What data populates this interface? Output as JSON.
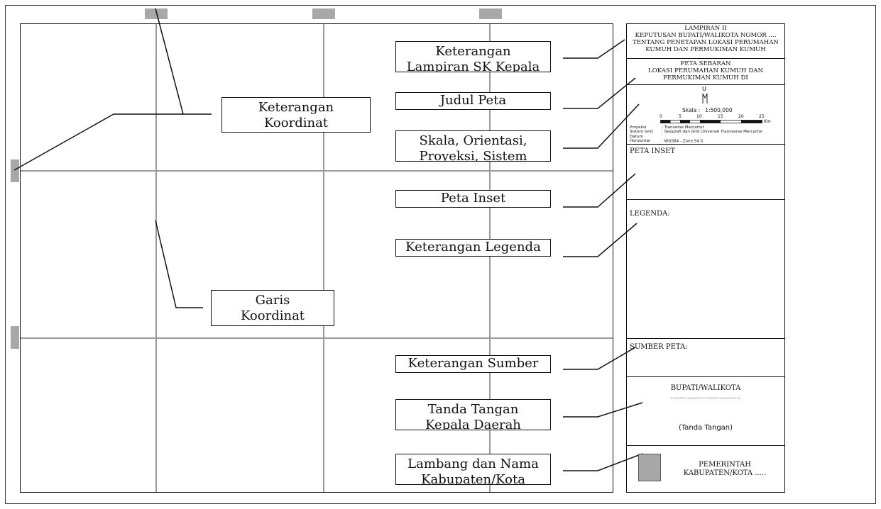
{
  "callouts": {
    "lampiran": [
      "Keterangan",
      "Lampiran SK Kepala"
    ],
    "koordinat": [
      "Keterangan",
      "Koordinat"
    ],
    "judul": [
      "Judul Peta"
    ],
    "skala": [
      "Skala, Orientasi,",
      "Proyeksi, Sistem"
    ],
    "inset": [
      "Peta Inset"
    ],
    "legenda": [
      "Keterangan Legenda"
    ],
    "garis": [
      "Garis",
      "Koordinat"
    ],
    "sumber": [
      "Keterangan Sumber"
    ],
    "ttd": [
      "Tanda Tangan",
      "Kepala Daerah"
    ],
    "lambang": [
      "Lambang dan Nama",
      "Kabupaten/Kota"
    ]
  },
  "sidebar": {
    "header": [
      "LAMPIRAN II",
      "KEPUTUSAN BUPATI/WALIKOTA NOMOR ....",
      "TENTANG PENETAPAN LOKASI PERUMAHAN",
      "KUMUH DAN PERMUKIMAN KUMUH"
    ],
    "title": [
      "PETA SEBARAN",
      "LOKASI PERUMAHAN KUMUH DAN",
      "PERMUKIMAN KUMUH DI"
    ],
    "scale": {
      "north": "U",
      "text": "Skala :   1:500,000",
      "ticks": [
        "0",
        "5",
        "10",
        "15",
        "20",
        "25"
      ],
      "unit": "Km",
      "proj_rows": [
        [
          "Proyeksi",
          ": Tranverse Mercartor"
        ],
        [
          "Sistem Grid",
          ": Geografi dan Grid Universal Transverse Mercartor"
        ],
        [
          "Datum Horizontal",
          ": WGS84 - Zone 54 S"
        ]
      ]
    },
    "inset_label": "PETA INSET",
    "legend_label": "LEGENDA:",
    "source_label": "SUMBER PETA:",
    "sign": {
      "title": "BUPATI/WALIKOTA",
      "dots": "……………………………",
      "note": "(Tanda Tangan)"
    },
    "gov": [
      "PEMERINTAH",
      "KABUPATEN/KOTA ....."
    ]
  }
}
